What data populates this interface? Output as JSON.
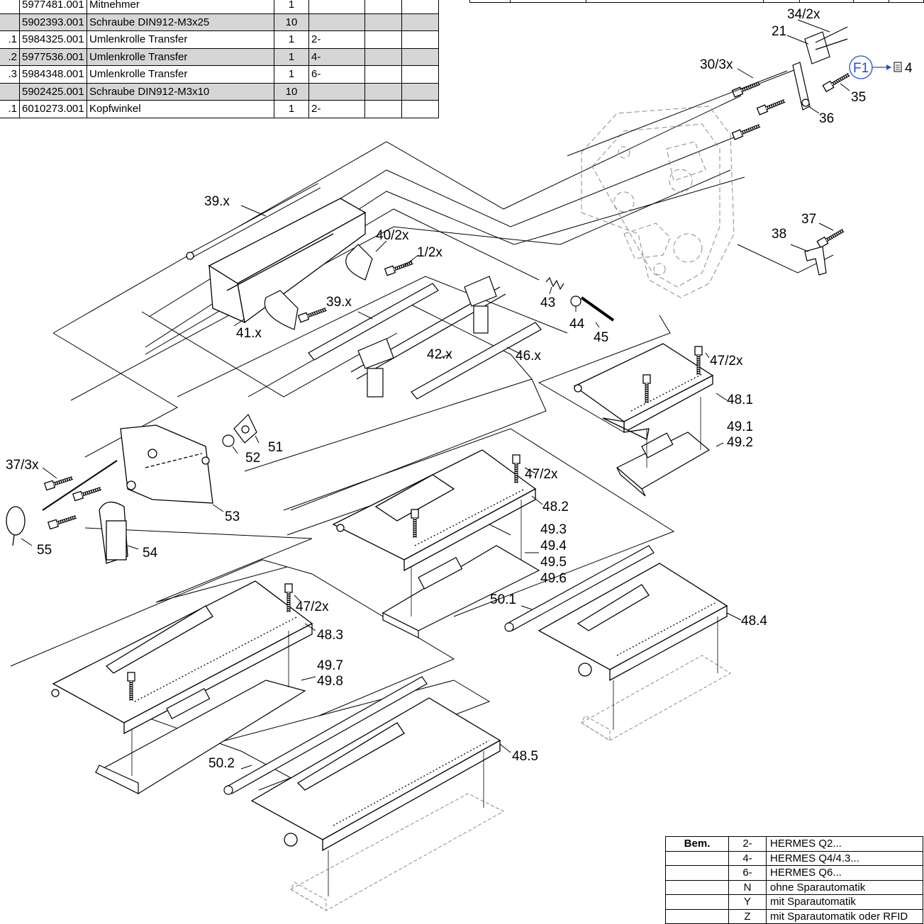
{
  "parts_table": {
    "rows": [
      {
        "pos": "",
        "part_no": "5977481.001",
        "description": "Mitnehmer",
        "qty": "1",
        "version": ""
      },
      {
        "pos": "",
        "part_no": "5902393.001",
        "description": "Schraube DIN912-M3x25",
        "qty": "10",
        "version": ""
      },
      {
        "pos": ".1",
        "part_no": "5984325.001",
        "description": "Umlenkrolle Transfer",
        "qty": "1",
        "version": "2-"
      },
      {
        "pos": ".2",
        "part_no": "5977536.001",
        "description": "Umlenkrolle Transfer",
        "qty": "1",
        "version": "4-"
      },
      {
        "pos": ".3",
        "part_no": "5984348.001",
        "description": "Umlenkrolle Transfer",
        "qty": "1",
        "version": "6-"
      },
      {
        "pos": "",
        "part_no": "5902425.001",
        "description": "Schraube DIN912-M3x10",
        "qty": "10",
        "version": ""
      },
      {
        "pos": ".1",
        "part_no": "6010273.001",
        "description": "Kopfwinkel",
        "qty": "1",
        "version": "2-"
      }
    ]
  },
  "callouts": {
    "c34": "34/2x",
    "c21": "21",
    "c30": "30/3x",
    "cF1": "F1",
    "cF1ref": "4",
    "c35": "35",
    "c36": "36",
    "c39a": "39.x",
    "c40": "40/2x",
    "c1": "1/2x",
    "c39b": "39.x",
    "c41": "41.x",
    "c43": "43",
    "c44": "44",
    "c45": "45",
    "c42": "42.x",
    "c46": "46.x",
    "c37": "37",
    "c38": "38",
    "c47a": "47/2x",
    "c481": "48.1",
    "c491": "49.1",
    "c492": "49.2",
    "c51": "51",
    "c52": "52",
    "c53": "53",
    "c373": "37/3x",
    "c55": "55",
    "c54": "54",
    "c47b": "47/2x",
    "c482": "48.2",
    "c493": "49.3",
    "c494": "49.4",
    "c495": "49.5",
    "c496": "49.6",
    "c501": "50.1",
    "c484": "48.4",
    "c47c": "47/2x",
    "c483": "48.3",
    "c497": "49.7",
    "c498": "49.8",
    "c502": "50.2",
    "c485": "48.5"
  },
  "notes_table": {
    "header": "Bem.",
    "rows": [
      {
        "code": "2-",
        "text": "HERMES Q2..."
      },
      {
        "code": "4-",
        "text": "HERMES Q4/4.3..."
      },
      {
        "code": "6-",
        "text": "HERMES Q6..."
      },
      {
        "code": "N",
        "text": "ohne Sparautomatik"
      },
      {
        "code": "Y",
        "text": "mit Sparautomatik"
      },
      {
        "code": "Z",
        "text": "mit Sparautomatik oder RFID"
      }
    ]
  },
  "colors": {
    "callout_circle": "#1f4fd8",
    "row_shade": "#d6d6d6",
    "line": "#000000",
    "hidden_line": "#8a8a8a"
  }
}
